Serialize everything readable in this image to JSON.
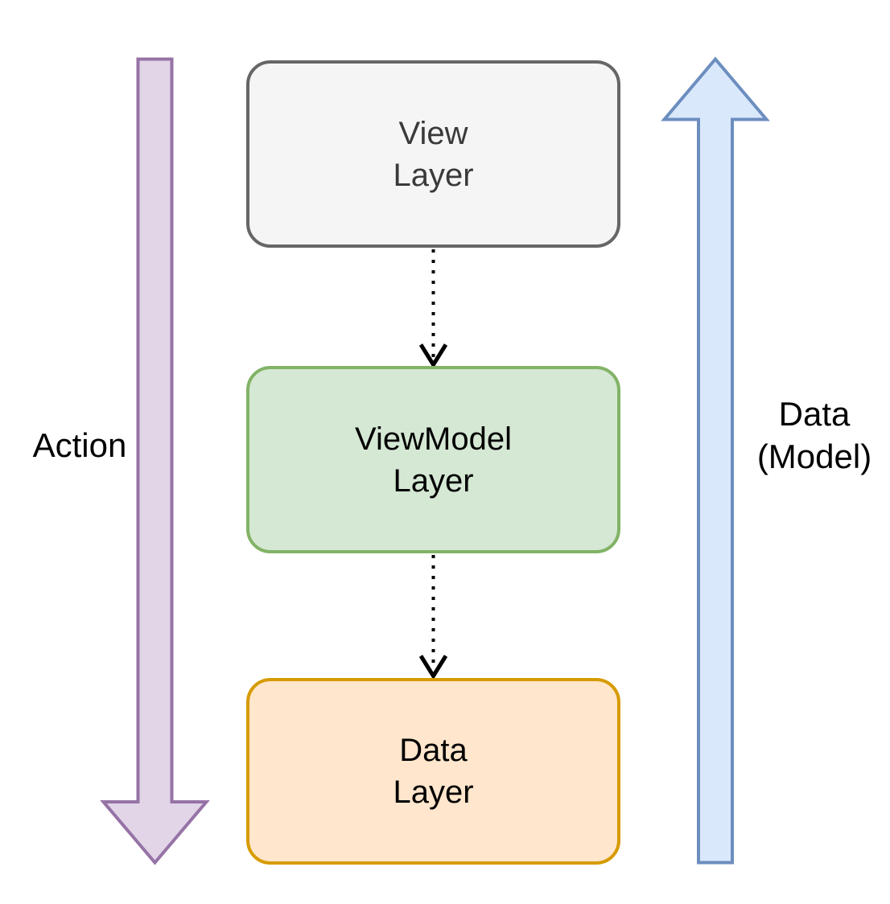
{
  "diagram": {
    "kind": "mvvm-architecture",
    "background": "#ffffff",
    "boxes": [
      {
        "id": "view-layer",
        "label": "View\nLayer",
        "fill": "#f5f5f5",
        "stroke": "#666666",
        "text_color": "#3a3a3a"
      },
      {
        "id": "viewmodel-layer",
        "label": "ViewModel\nLayer",
        "fill": "#d5e8d4",
        "stroke": "#82b366",
        "text_color": "#000000"
      },
      {
        "id": "data-layer",
        "label": "Data\nLayer",
        "fill": "#ffe6cc",
        "stroke": "#d79b00",
        "text_color": "#000000"
      }
    ],
    "side_arrows": {
      "action": {
        "label": "Action",
        "direction": "down",
        "fill": "#e1d5e7",
        "stroke": "#9673a6"
      },
      "data_model": {
        "label": "Data\n(Model)",
        "direction": "up",
        "fill": "#dae8fc",
        "stroke": "#6c8ebf"
      }
    },
    "connectors": [
      {
        "from": "view-layer",
        "to": "viewmodel-layer",
        "style": "dotted",
        "color": "#000000"
      },
      {
        "from": "viewmodel-layer",
        "to": "data-layer",
        "style": "dotted",
        "color": "#000000"
      }
    ]
  }
}
